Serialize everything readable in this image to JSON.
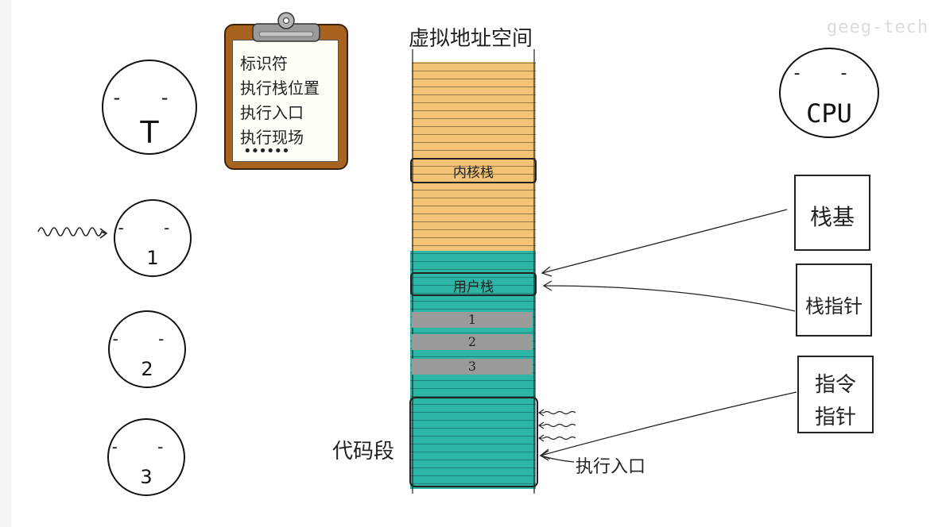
{
  "watermark": "geeg-tech",
  "title": "虚拟地址空间",
  "thread_main": {
    "label": "T",
    "eyes": "- -"
  },
  "threads": [
    {
      "label": "1",
      "eyes": "- -"
    },
    {
      "label": "2",
      "eyes": "- -"
    },
    {
      "label": "3",
      "eyes": "- -"
    }
  ],
  "clipboard": {
    "lines": [
      "标识符",
      "执行栈位置",
      "执行入口",
      "执行现场"
    ],
    "more": "••••••"
  },
  "memory": {
    "kernel_stack": "内核栈",
    "user_stack": "用户栈",
    "frames": [
      "1",
      "2",
      "3"
    ],
    "code_segment": "代码段",
    "entry": "执行入口"
  },
  "cpu": {
    "label": "CPU",
    "eyes": "- -",
    "registers": [
      {
        "label": "栈基"
      },
      {
        "label": "栈指针"
      },
      {
        "label_lines": [
          "指令",
          "指针"
        ]
      }
    ]
  },
  "colors": {
    "kernel_region": "#f2c275",
    "user_region": "#2db5a6",
    "frame_gray": "#9a9a9a",
    "clipboard_wood": "#a8641e"
  }
}
